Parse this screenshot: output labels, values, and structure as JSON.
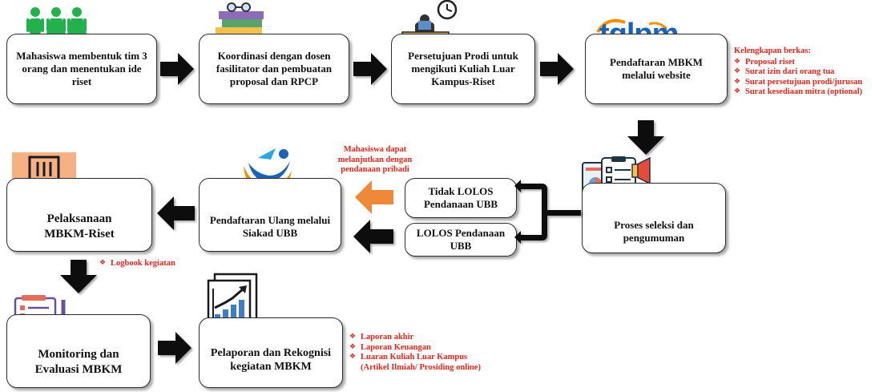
{
  "steps": {
    "s1": "Mahasiswa membentuk tim 3 orang dan menentukan ide riset",
    "s2": "Koordinasi dengan dosen fasilitator dan pembuatan proposal dan RPCP",
    "s3": "Persetujuan Prodi untuk mengikuti Kuliah Luar Kampus-Riset",
    "s4": "Pendaftaran MBKM melalui website",
    "s5": "Proses seleksi dan pengumuman",
    "s6": "Tidak LOLOS Pendanaan UBB",
    "s7": "LOLOS Pendanaan UBB",
    "s8": "Pendaftaran Ulang melalui Siakad UBB",
    "s9": "Pelaksanaan MBKM-Riset",
    "s10": "Monitoring dan Evaluasi MBKM",
    "s11": "Pelaporan dan Rekognisi kegiatan MBKM"
  },
  "notes": {
    "berkas_title": "Kelengkapan berkas:",
    "berkas": [
      "Proposal riset",
      "Surat izin dari orang tua",
      "Surat persetujuan prodi/jurusan",
      "Surat kesediaan mitra (optional)"
    ],
    "pendanaan": "Mahasiswa dapat melanjutkan dengan pendanaan pribadi",
    "logbook": [
      "Logbook kegiatan"
    ],
    "laporan": [
      "Laporan akhir",
      "Laporan Keuangan",
      "Luaran Kuliah Luar Kampus"
    ],
    "laporan_sub": "(Artikel Ilmiah/ Prosiding online)"
  },
  "logo_text": "tqlpm",
  "colors": {
    "arrow": "#111111",
    "orange_arrow": "#f0883a",
    "note_red": "#e8241c",
    "people_green": "#22b14c",
    "logo_blue": "#1a63b8",
    "logo_orange": "#f39200"
  },
  "icons": [
    "people-icon",
    "books-icon",
    "desk-clock-icon",
    "tqlpm-logo-icon",
    "checklist-megaphone-icon",
    "ubb-logo-icon",
    "building-team-icon",
    "clipboard-checklist-icon",
    "report-chart-icon"
  ]
}
